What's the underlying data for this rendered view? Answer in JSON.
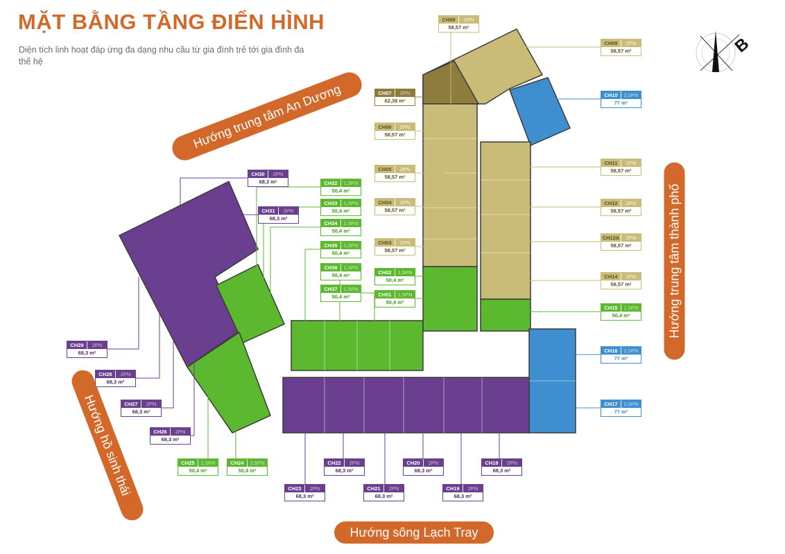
{
  "header": {
    "title": "MẶT BẰNG TẦNG ĐIỂN HÌNH",
    "subtitle": "Diện tích linh hoạt đáp ứng đa dạng nhu cầu từ gia đình trẻ tới gia đình đa thế hệ"
  },
  "directions": {
    "an_duong": "Hướng trung tâm An Dương",
    "thanh_pho": "Hướng trung tâm thành phố",
    "ho_sinh_thai": "Hướng hồ sinh thái",
    "song_lach_tray": "Hướng sông Lạch Tray"
  },
  "compass": {
    "letter": "B"
  },
  "colors": {
    "accent": "#d2692b",
    "gold": "#c9bb78",
    "olive": "#8d7c3c",
    "green": "#5cb82e",
    "purple": "#6b3f90",
    "blue": "#3f8fd0"
  },
  "units": [
    {
      "code": "CH08",
      "type": "2PN",
      "area": "58,57 m²",
      "group": "gold"
    },
    {
      "code": "CH09",
      "type": "2PN",
      "area": "58,57 m²",
      "group": "gold"
    },
    {
      "code": "CH07",
      "type": "2PN",
      "area": "62,38 m²",
      "group": "olive"
    },
    {
      "code": "CH10",
      "type": "2,5PN",
      "area": "77 m²",
      "group": "blue"
    },
    {
      "code": "CH06",
      "type": "2PN",
      "area": "58,57 m²",
      "group": "gold"
    },
    {
      "code": "CH11",
      "type": "2PN",
      "area": "58,57 m²",
      "group": "gold"
    },
    {
      "code": "CH05",
      "type": "2PN",
      "area": "58,57 m²",
      "group": "gold"
    },
    {
      "code": "CH12",
      "type": "2PN",
      "area": "58,57 m²",
      "group": "gold"
    },
    {
      "code": "CH04",
      "type": "2PN",
      "area": "58,57 m²",
      "group": "gold"
    },
    {
      "code": "CH12A",
      "type": "2PN",
      "area": "58,57 m²",
      "group": "gold"
    },
    {
      "code": "CH03",
      "type": "2PN",
      "area": "58,57 m²",
      "group": "gold"
    },
    {
      "code": "CH14",
      "type": "2PN",
      "area": "58,57 m²",
      "group": "gold"
    },
    {
      "code": "CH02",
      "type": "1,5PN",
      "area": "50,4 m²",
      "group": "green"
    },
    {
      "code": "CH01",
      "type": "1,5PN",
      "area": "50,4 m²",
      "group": "green"
    },
    {
      "code": "CH15",
      "type": "1,5PN",
      "area": "50,4 m²",
      "group": "green"
    },
    {
      "code": "CH16",
      "type": "2,5PN",
      "area": "77 m²",
      "group": "blue"
    },
    {
      "code": "CH17",
      "type": "2,5PN",
      "area": "77 m²",
      "group": "blue"
    },
    {
      "code": "CH30",
      "type": "2PN",
      "area": "68,3 m²",
      "group": "purple"
    },
    {
      "code": "CH31",
      "type": "2PN",
      "area": "68,3 m²",
      "group": "purple"
    },
    {
      "code": "CH32",
      "type": "1,5PN",
      "area": "50,4 m²",
      "group": "green"
    },
    {
      "code": "CH33",
      "type": "1,5PN",
      "area": "50,4 m²",
      "group": "green"
    },
    {
      "code": "CH34",
      "type": "1,5PN",
      "area": "50,4 m²",
      "group": "green"
    },
    {
      "code": "CH35",
      "type": "1,5PN",
      "area": "50,4 m²",
      "group": "green"
    },
    {
      "code": "CH36",
      "type": "1,5PN",
      "area": "50,4 m²",
      "group": "green"
    },
    {
      "code": "CH37",
      "type": "1,5PN",
      "area": "50,4 m²",
      "group": "green"
    },
    {
      "code": "CH29",
      "type": "2PN",
      "area": "68,3 m²",
      "group": "purple"
    },
    {
      "code": "CH28",
      "type": "2PN",
      "area": "68,3 m²",
      "group": "purple"
    },
    {
      "code": "CH27",
      "type": "2PN",
      "area": "68,3 m²",
      "group": "purple"
    },
    {
      "code": "CH26",
      "type": "2PN",
      "area": "68,3 m²",
      "group": "purple"
    },
    {
      "code": "CH25",
      "type": "1,5PN",
      "area": "50,4 m²",
      "group": "green"
    },
    {
      "code": "CH24",
      "type": "1,5PN",
      "area": "50,4 m²",
      "group": "green"
    },
    {
      "code": "CH23",
      "type": "2PN",
      "area": "68,3 m²",
      "group": "purple"
    },
    {
      "code": "CH22",
      "type": "2PN",
      "area": "68,3 m²",
      "group": "purple"
    },
    {
      "code": "CH21",
      "type": "2PN",
      "area": "68,3 m²",
      "group": "purple"
    },
    {
      "code": "CH20",
      "type": "2PN",
      "area": "68,3 m²",
      "group": "purple"
    },
    {
      "code": "CH19",
      "type": "2PN",
      "area": "68,3 m²",
      "group": "purple"
    },
    {
      "code": "CH18",
      "type": "2PN",
      "area": "68,3 m²",
      "group": "purple"
    }
  ]
}
